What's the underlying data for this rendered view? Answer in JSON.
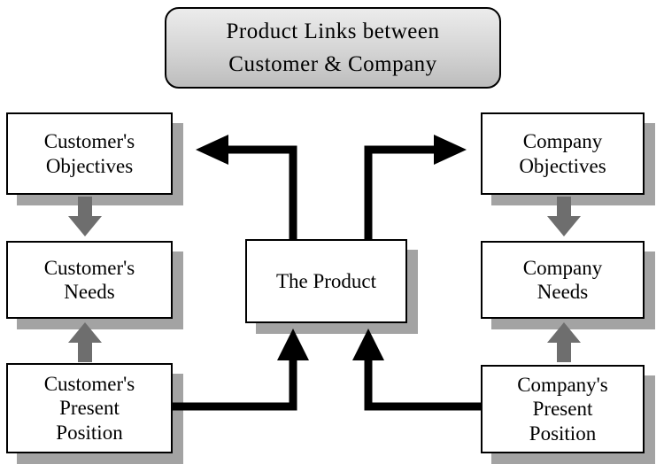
{
  "title": {
    "line1": "Product Links between",
    "line2": "Customer & Company"
  },
  "nodes": {
    "customer_objectives": {
      "lines": [
        "Customer's",
        "Objectives"
      ]
    },
    "customer_needs": {
      "lines": [
        "Customer's",
        "Needs"
      ]
    },
    "customer_present_position": {
      "lines": [
        "Customer's",
        "Present",
        "Position"
      ]
    },
    "product": {
      "lines": [
        "The Product"
      ]
    },
    "company_objectives": {
      "lines": [
        "Company",
        "Objectives"
      ]
    },
    "company_needs": {
      "lines": [
        "Company",
        "Needs"
      ]
    },
    "company_present_position": {
      "lines": [
        "Company's",
        "Present",
        "Position"
      ]
    }
  },
  "connections": [
    {
      "from": "the-product",
      "to": "customer-objectives",
      "style": "black-elbow-arrow"
    },
    {
      "from": "the-product",
      "to": "company-objectives",
      "style": "black-elbow-arrow"
    },
    {
      "from": "customer-present-position",
      "to": "the-product",
      "style": "black-elbow-arrow"
    },
    {
      "from": "company-present-position",
      "to": "the-product",
      "style": "black-elbow-arrow"
    },
    {
      "from": "customer-objectives",
      "to": "customer-needs",
      "style": "gray-block-arrow"
    },
    {
      "from": "customer-present-position",
      "to": "customer-needs",
      "style": "gray-block-arrow"
    },
    {
      "from": "company-objectives",
      "to": "company-needs",
      "style": "gray-block-arrow"
    },
    {
      "from": "company-present-position",
      "to": "company-needs",
      "style": "gray-block-arrow"
    }
  ],
  "colors": {
    "background": "#ffffff",
    "border": "#000000",
    "box_shadow": "#a3a3a3",
    "block_arrow": "#6e6e6e",
    "connector": "#000000",
    "title_gradient_top": "#ececec",
    "title_gradient_bottom": "#bdbdbd"
  }
}
